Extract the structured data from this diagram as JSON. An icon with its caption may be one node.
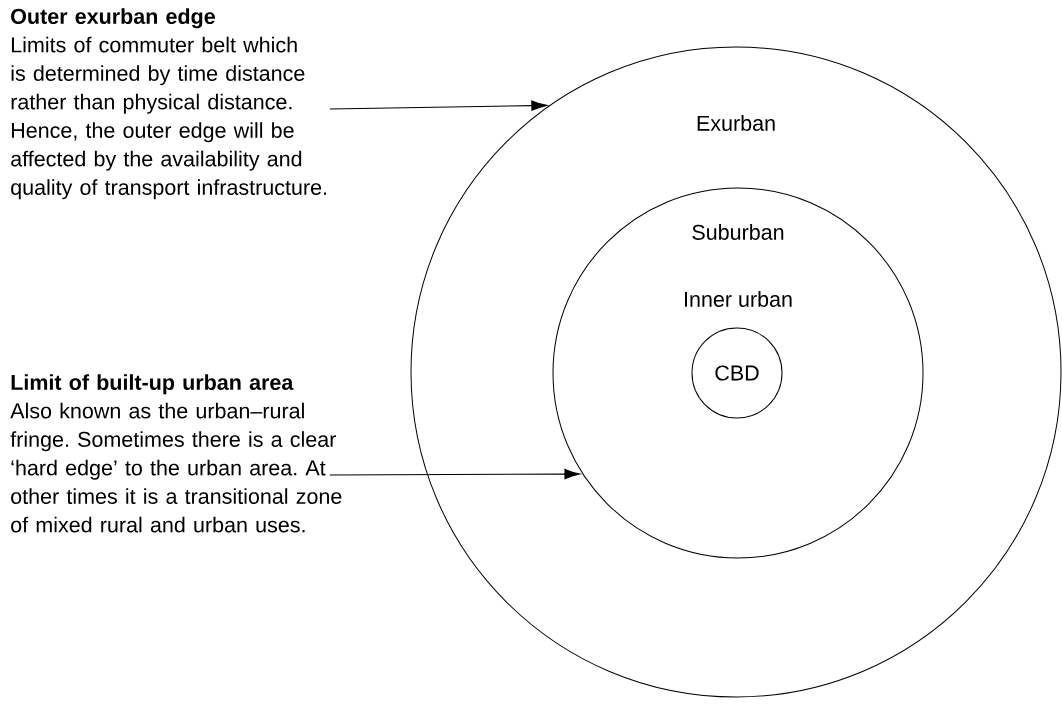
{
  "diagram": {
    "nodes": [
      {
        "text": [
          "Outer exurban edge",
          "Limits of commuter belt which is determined by time distance rather than physical distance. Hence, the outer edge will be affected by the availability and quality of transport infrastructure."
        ]
      },
      {
        "text": [
          "Exurban"
        ]
      },
      {
        "text": [
          "Suburban",
          "Inner urban"
        ],
        "in": 1
      },
      {
        "text": [
          "CBD"
        ],
        "in": 2
      },
      {
        "text": [
          "Limit of built-up urban area",
          "Also known as the urban–rural fringe. Sometimes there is a clear ‘hard edge’ to the urban area. At other times it is a transitional zone of mixed rural and urban uses."
        ]
      }
    ],
    "edges": [
      {
        "from": 0,
        "to": 1,
        "arrow": "to"
      },
      {
        "from": 4,
        "to": 2,
        "arrow": "to"
      }
    ]
  }
}
